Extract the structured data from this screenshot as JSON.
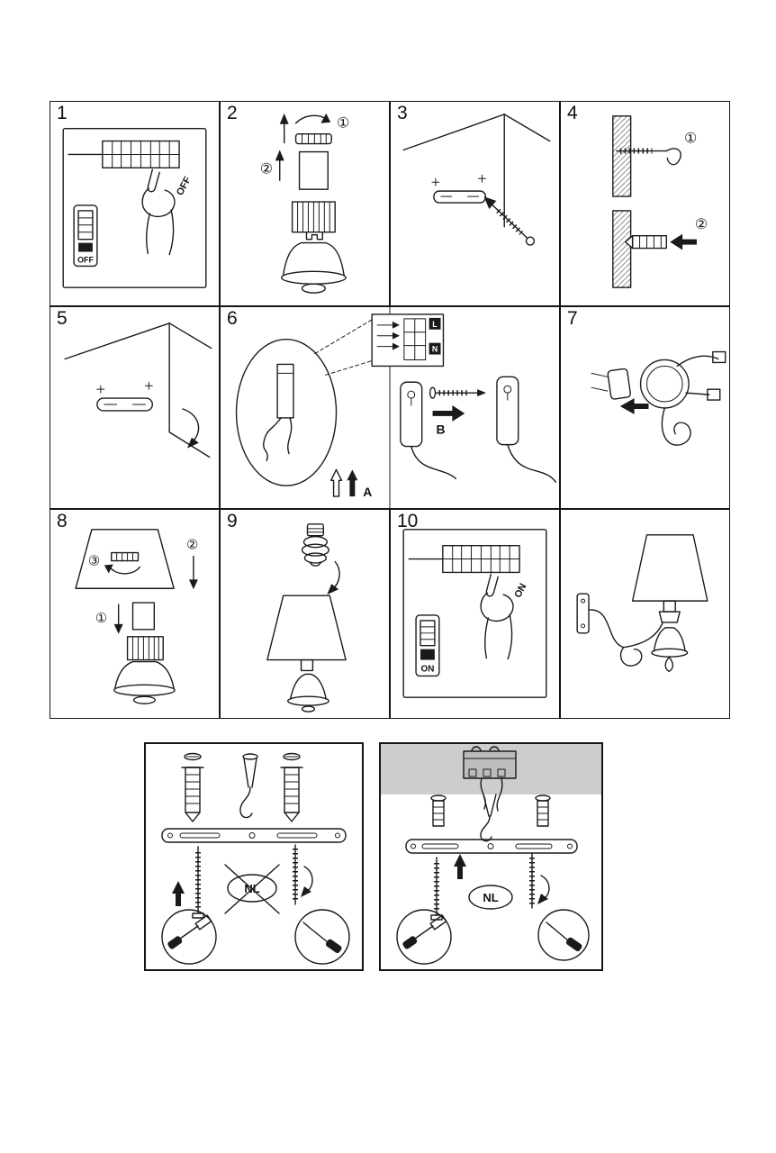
{
  "page": {
    "background": "#ffffff",
    "line_color": "#1a1a1a",
    "ceiling_gray": "#cdcdcd"
  },
  "panels": {
    "p1": {
      "num": "1",
      "terminal_label": "OFF",
      "switch_label": "OFF"
    },
    "p2": {
      "num": "2",
      "step1": "①",
      "step2": "②"
    },
    "p3": {
      "num": "3"
    },
    "p4": {
      "num": "4",
      "step1": "①",
      "step2": "②"
    },
    "p5": {
      "num": "5"
    },
    "p6": {
      "num": "6",
      "live": "L",
      "neutral": "N",
      "dir_a": "A",
      "dir_b": "B"
    },
    "p7": {
      "num": "7"
    },
    "p8": {
      "num": "8",
      "step1": "①",
      "step2": "②",
      "step3": "③"
    },
    "p9": {
      "num": "9"
    },
    "p10": {
      "num": "10",
      "terminal_label": "ON",
      "switch_label": "ON"
    }
  },
  "bottom": {
    "left": {
      "nl": "NL"
    },
    "right": {
      "nl": "NL"
    }
  }
}
